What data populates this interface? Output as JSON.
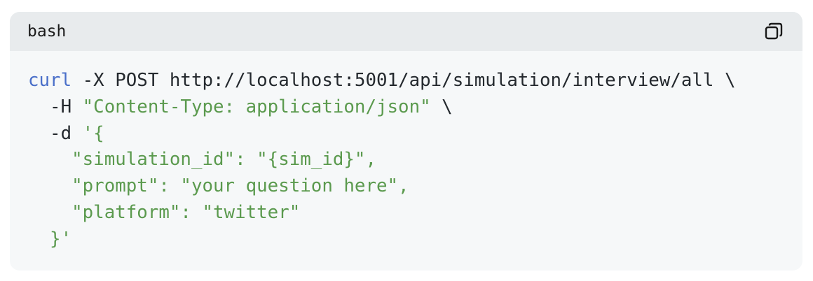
{
  "code_block": {
    "language": "bash",
    "copy_icon": "copy-icon",
    "colors": {
      "keyword": "#4a6fc9",
      "string": "#5b9a4e",
      "text": "#24292e"
    },
    "lines": [
      [
        {
          "t": "kw",
          "v": "curl"
        },
        {
          "t": "p",
          "v": " -X POST http://localhost:5001/api/simulation/interview/all \\"
        }
      ],
      [
        {
          "t": "p",
          "v": "  -H "
        },
        {
          "t": "str",
          "v": "\"Content-Type: application/json\""
        },
        {
          "t": "p",
          "v": " \\"
        }
      ],
      [
        {
          "t": "p",
          "v": "  -d "
        },
        {
          "t": "str",
          "v": "'{"
        }
      ],
      [
        {
          "t": "str",
          "v": "    \"simulation_id\": \"{sim_id}\","
        }
      ],
      [
        {
          "t": "str",
          "v": "    \"prompt\": \"your question here\","
        }
      ],
      [
        {
          "t": "str",
          "v": "    \"platform\": \"twitter\""
        }
      ],
      [
        {
          "t": "str",
          "v": "  }'"
        }
      ]
    ]
  }
}
